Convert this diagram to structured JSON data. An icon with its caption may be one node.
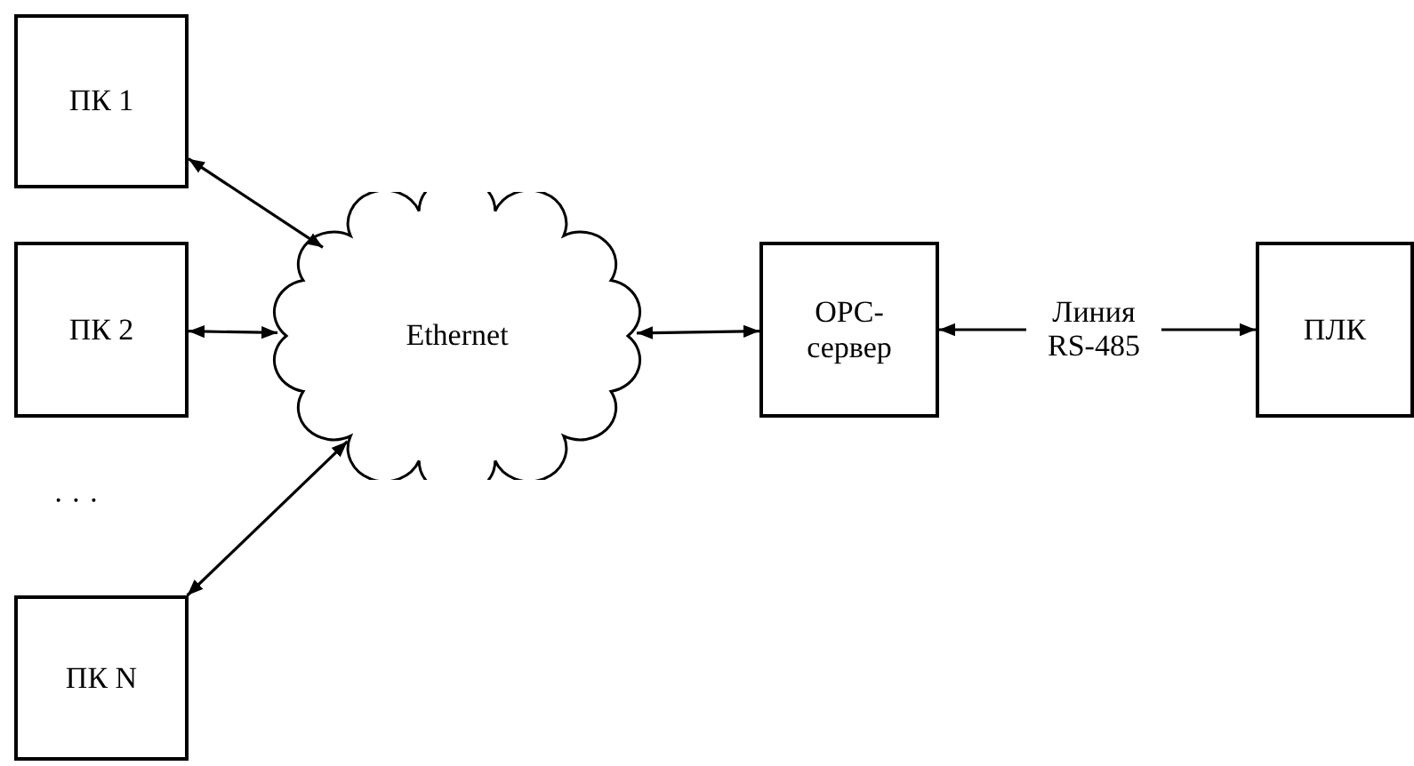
{
  "diagram": {
    "nodes": [
      {
        "text": [
          "ПК 1"
        ]
      },
      {
        "text": [
          "ПК 2"
        ]
      },
      {
        "text": [
          "ПК N"
        ]
      },
      {
        "text": [
          "Ethernet"
        ]
      },
      {
        "text": [
          "OPC-сервер"
        ]
      },
      {
        "text": [
          "ПЛК"
        ]
      }
    ],
    "edges": [
      {
        "from": 0,
        "to": 3,
        "arrow": "both"
      },
      {
        "from": 1,
        "to": 3,
        "arrow": "both"
      },
      {
        "from": 2,
        "to": 3,
        "arrow": "both"
      },
      {
        "from": 3,
        "to": 4,
        "arrow": "both"
      },
      {
        "from": 4,
        "to": 5,
        "arrow": "both",
        "label": "Линия RS-485"
      }
    ],
    "labels": [
      "· · ·"
    ]
  }
}
